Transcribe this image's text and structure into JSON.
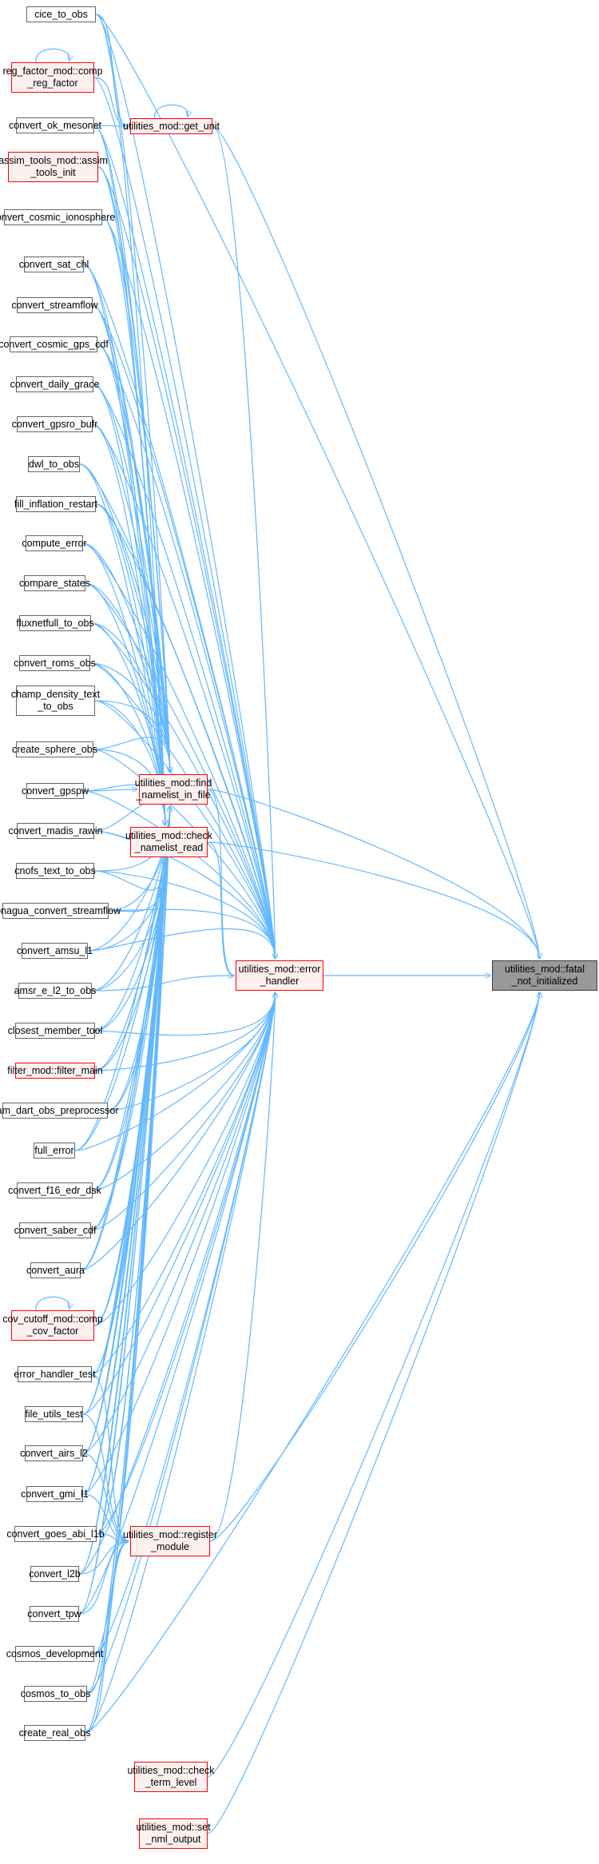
{
  "colors": {
    "edge": "#63b8ff",
    "normal_border": "#666666",
    "highlight_border": "#ff0000",
    "highlight_fill": "#fff0f0",
    "target_fill": "#999999"
  },
  "target": {
    "id": "fatal",
    "label": "utilities_mod::fatal\n_not_initialized"
  },
  "nodes": [
    {
      "id": "cice_to_obs",
      "label": "cice_to_obs",
      "style": "normal"
    },
    {
      "id": "reg_factor",
      "label": "reg_factor_mod::comp\n_reg_factor",
      "style": "red"
    },
    {
      "id": "get_unit",
      "label": "utilities_mod::get_unit",
      "style": "red"
    },
    {
      "id": "convert_ok_mesonet",
      "label": "convert_ok_mesonet",
      "style": "normal"
    },
    {
      "id": "assim_tools_init",
      "label": "assim_tools_mod::assim\n_tools_init",
      "style": "red"
    },
    {
      "id": "convert_cosmic_ionosphere",
      "label": "convert_cosmic_ionosphere",
      "style": "normal"
    },
    {
      "id": "convert_sat_chl",
      "label": "convert_sat_chl",
      "style": "normal"
    },
    {
      "id": "convert_streamflow",
      "label": "convert_streamflow",
      "style": "normal"
    },
    {
      "id": "convert_cosmic_gps_cdf",
      "label": "convert_cosmic_gps_cdf",
      "style": "normal"
    },
    {
      "id": "convert_daily_grace",
      "label": "convert_daily_grace",
      "style": "normal"
    },
    {
      "id": "convert_gpsro_bufr",
      "label": "convert_gpsro_bufr",
      "style": "normal"
    },
    {
      "id": "dwl_to_obs",
      "label": "dwl_to_obs",
      "style": "normal"
    },
    {
      "id": "fill_inflation_restart",
      "label": "fill_inflation_restart",
      "style": "normal"
    },
    {
      "id": "compute_error",
      "label": "compute_error",
      "style": "normal"
    },
    {
      "id": "compare_states",
      "label": "compare_states",
      "style": "normal"
    },
    {
      "id": "fluxnetfull_to_obs",
      "label": "fluxnetfull_to_obs",
      "style": "normal"
    },
    {
      "id": "convert_roms_obs",
      "label": "convert_roms_obs",
      "style": "normal"
    },
    {
      "id": "champ_density",
      "label": "champ_density_text\n_to_obs",
      "style": "normal"
    },
    {
      "id": "create_sphere_obs",
      "label": "create_sphere_obs",
      "style": "normal"
    },
    {
      "id": "find_namelist",
      "label": "utilities_mod::find\n_namelist_in_file",
      "style": "red"
    },
    {
      "id": "convert_gpspw",
      "label": "convert_gpspw",
      "style": "normal"
    },
    {
      "id": "check_namelist",
      "label": "utilities_mod::check\n_namelist_read",
      "style": "red"
    },
    {
      "id": "convert_madis_rawin",
      "label": "convert_madis_rawin",
      "style": "normal"
    },
    {
      "id": "cnofs_text_to_obs",
      "label": "cnofs_text_to_obs",
      "style": "normal"
    },
    {
      "id": "conagua",
      "label": "conagua_convert_streamflow",
      "style": "normal"
    },
    {
      "id": "error_handler",
      "label": "utilities_mod::error\n_handler",
      "style": "red"
    },
    {
      "id": "convert_amsu_l1",
      "label": "convert_amsu_l1",
      "style": "normal"
    },
    {
      "id": "amsr_e_l2",
      "label": "amsr_e_l2_to_obs",
      "style": "normal"
    },
    {
      "id": "closest_member_tool",
      "label": "closest_member_tool",
      "style": "normal"
    },
    {
      "id": "filter_main",
      "label": "filter_mod::filter_main",
      "style": "red"
    },
    {
      "id": "cam_dart",
      "label": "cam_dart_obs_preprocessor",
      "style": "normal"
    },
    {
      "id": "full_error",
      "label": "full_error",
      "style": "normal"
    },
    {
      "id": "convert_f16",
      "label": "convert_f16_edr_dsk",
      "style": "normal"
    },
    {
      "id": "convert_saber_cdf",
      "label": "convert_saber_cdf",
      "style": "normal"
    },
    {
      "id": "convert_aura",
      "label": "convert_aura",
      "style": "normal"
    },
    {
      "id": "cov_cutoff",
      "label": "cov_cutoff_mod::comp\n_cov_factor",
      "style": "red"
    },
    {
      "id": "error_handler_test",
      "label": "error_handler_test",
      "style": "normal"
    },
    {
      "id": "file_utils_test",
      "label": "file_utils_test",
      "style": "normal"
    },
    {
      "id": "convert_airs_l2",
      "label": "convert_airs_l2",
      "style": "normal"
    },
    {
      "id": "convert_gmi_l1",
      "label": "convert_gmi_l1",
      "style": "normal"
    },
    {
      "id": "convert_goes_abi",
      "label": "convert_goes_abi_l1b",
      "style": "normal"
    },
    {
      "id": "register_module",
      "label": "utilities_mod::register\n_module",
      "style": "red"
    },
    {
      "id": "convert_l2b",
      "label": "convert_l2b",
      "style": "normal"
    },
    {
      "id": "convert_tpw",
      "label": "convert_tpw",
      "style": "normal"
    },
    {
      "id": "cosmos_development",
      "label": "cosmos_development",
      "style": "normal"
    },
    {
      "id": "cosmos_to_obs",
      "label": "cosmos_to_obs",
      "style": "normal"
    },
    {
      "id": "create_real_obs",
      "label": "create_real_obs",
      "style": "normal"
    },
    {
      "id": "check_term_level",
      "label": "utilities_mod::check\n_term_level",
      "style": "red"
    },
    {
      "id": "set_nml_output",
      "label": "utilities_mod::set\n_nml_output",
      "style": "red"
    }
  ]
}
